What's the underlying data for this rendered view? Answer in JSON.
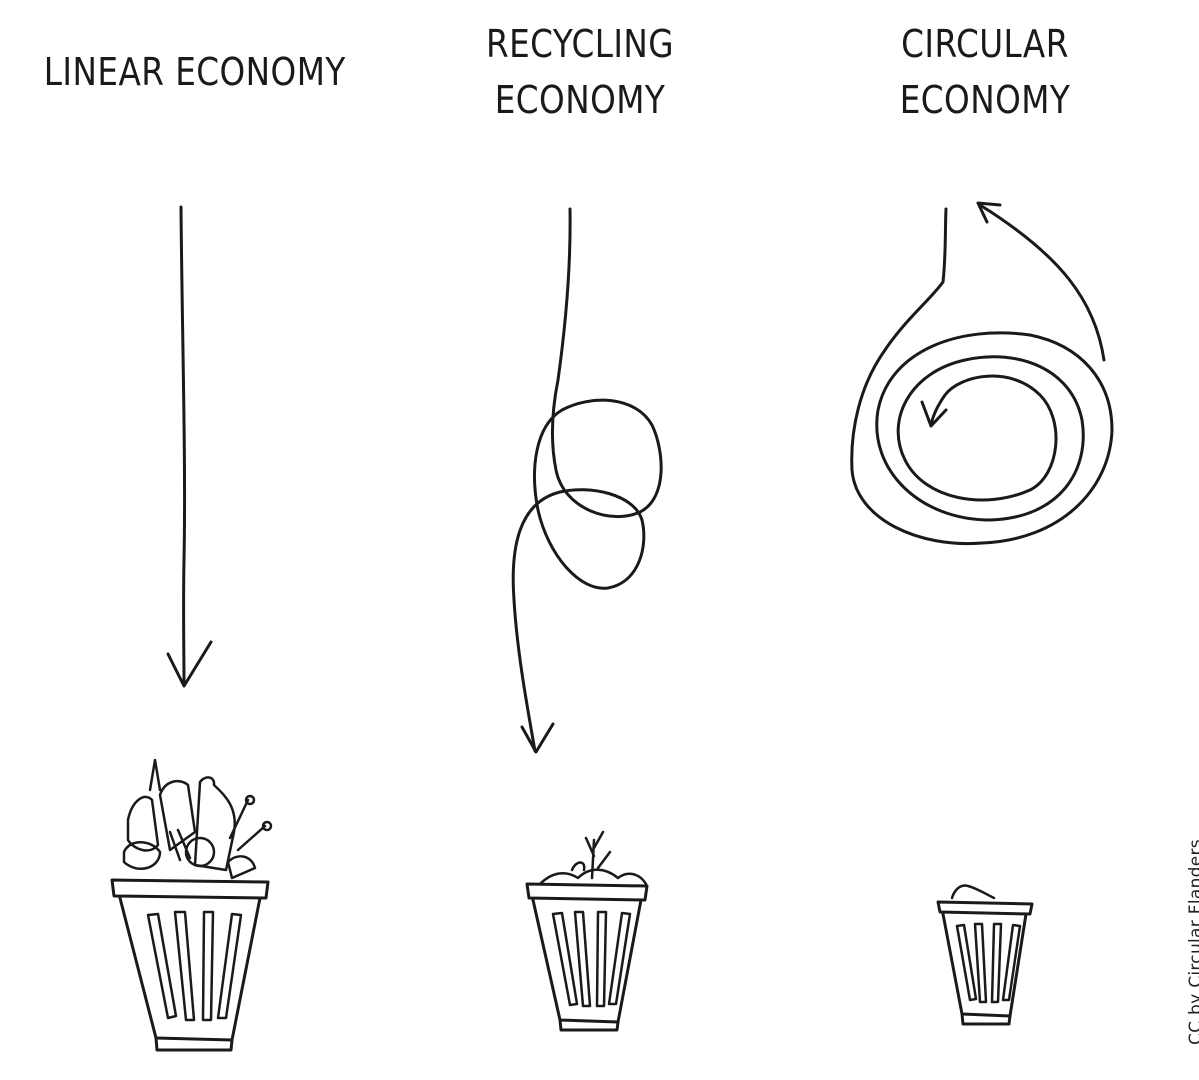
{
  "columns": [
    {
      "title_lines": [
        "LINEAR ECONOMY"
      ]
    },
    {
      "title_lines": [
        "RECYCLING",
        "ECONOMY"
      ]
    },
    {
      "title_lines": [
        "CIRCULAR",
        "ECONOMY"
      ]
    }
  ],
  "credit": "CC by Circular Flanders",
  "colors": {
    "ink": "#1a1a1a",
    "background": "#ffffff"
  },
  "icons": [
    "arrow-straight-down",
    "arrow-loop-down",
    "arrow-spiral",
    "trash-can-overflowing",
    "trash-can-half",
    "trash-can-nearly-empty"
  ]
}
